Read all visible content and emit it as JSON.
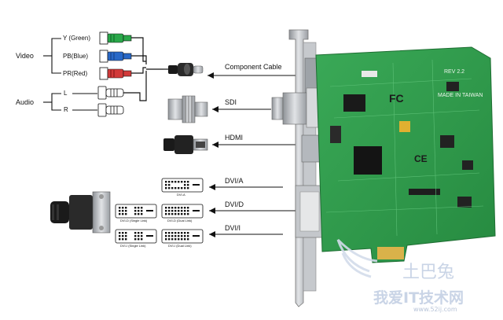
{
  "labels": {
    "video": "Video",
    "audio": "Audio",
    "y_green": "Y (Green)",
    "pb_blue": "PB(Blue)",
    "pr_red": "PR(Red)",
    "audio_l": "L",
    "audio_r": "R",
    "component_cable": "Component Cable",
    "sdi": "SDI",
    "hdmi": "HDMI",
    "dvi_a": "DVI/A",
    "dvi_d": "DVI/D",
    "dvi_i": "DVI/I"
  },
  "dvi_captions": {
    "dvi_a": "DVI-A",
    "dvi_d_single": "DVI-D (Single Link)",
    "dvi_d_dual": "DVI-D (Dual Link)",
    "dvi_i_single": "DVI-I (Single Link)",
    "dvi_i_dual": "DVI-I (Dual Link)"
  },
  "board_markings": {
    "fc": "FC",
    "ce": "CE",
    "made_in": "MADE IN TAIWAN",
    "rev": "REV 2.2"
  },
  "watermark": {
    "line1": "土巴兔",
    "line2": "我爱IT技术网",
    "url": "www.52ij.com"
  },
  "colors": {
    "pcb": "#2f9a4a",
    "pcb_dark": "#1f6e33",
    "bracket": "#b9bcc0",
    "rca_green": "#2aa84a",
    "rca_blue": "#2868c8",
    "rca_red": "#d23a3a",
    "wire": "#111111"
  }
}
